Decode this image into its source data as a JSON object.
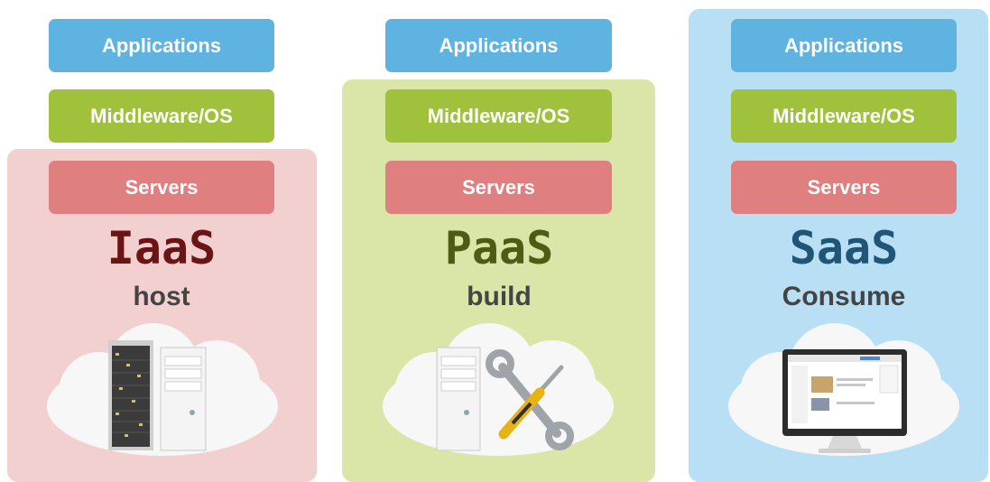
{
  "layers": {
    "applications": "Applications",
    "middleware": "Middleware/OS",
    "servers": "Servers"
  },
  "models": [
    {
      "name": "IaaS",
      "verb": "host",
      "color": "#6b1414",
      "panel_color": "#f3d0d0",
      "icons": [
        "server-rack-icon",
        "tower-server-icon"
      ]
    },
    {
      "name": "PaaS",
      "verb": "build",
      "color": "#4d5c12",
      "panel_color": "#d9e6a8",
      "icons": [
        "tower-server-icon",
        "wrench-screwdriver-icon"
      ]
    },
    {
      "name": "SaaS",
      "verb": "Consume",
      "color": "#1f5677",
      "panel_color": "#b9dff4",
      "icons": [
        "monitor-app-icon"
      ]
    }
  ],
  "colors": {
    "applications": "#5fb3e0",
    "middleware": "#9fc13c",
    "servers": "#e07f7f",
    "cloud": "#f7f7f7"
  }
}
